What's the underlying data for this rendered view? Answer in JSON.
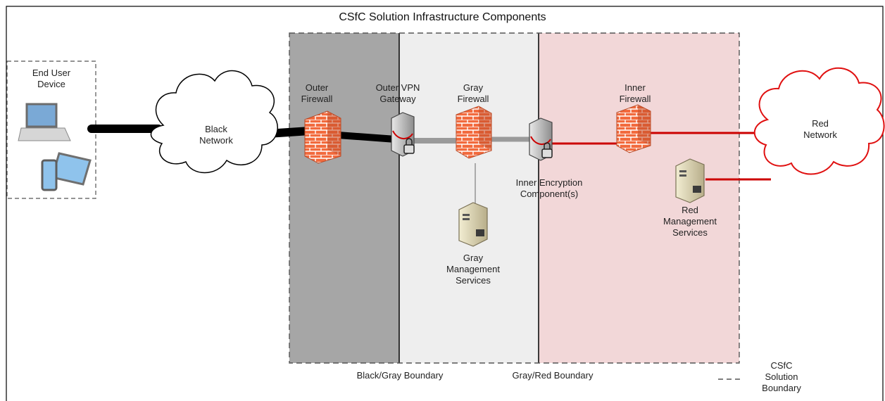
{
  "title": "CSfC Solution Infrastructure Components",
  "nodes": {
    "end_user_device": "End User\nDevice",
    "black_network": "Black\nNetwork",
    "outer_firewall": "Outer\nFirewall",
    "outer_vpn_gateway": "Outer VPN\nGateway",
    "gray_firewall": "Gray\nFirewall",
    "inner_encryption": "Inner Encryption\nComponent(s)",
    "inner_firewall": "Inner\nFirewall",
    "red_network": "Red\nNetwork",
    "gray_management": "Gray\nManagement\nServices",
    "red_management": "Red\nManagement\nServices"
  },
  "boundaries": {
    "black_gray": "Black/Gray Boundary",
    "gray_red": "Gray/Red Boundary",
    "legend": "CSfC\nSolution\nBoundary"
  },
  "colors": {
    "black_zone": "#a6a6a6",
    "gray_zone": "#eeeeee",
    "red_zone": "#f2d7d8",
    "red_link": "#cc0000",
    "gray_link": "#9a9a9a",
    "black_link": "#000000",
    "firewall": "#f0643c"
  }
}
